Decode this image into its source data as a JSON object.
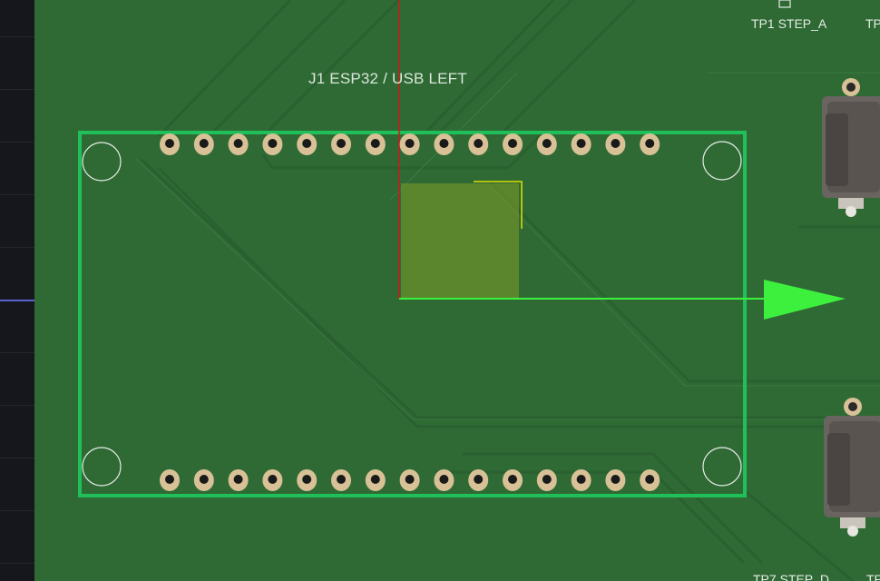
{
  "component": {
    "label": "J1 ESP32 / USB LEFT",
    "pins_per_row": 15
  },
  "test_points": [
    {
      "label": "TP1 STEP_A"
    },
    {
      "label": "TP"
    },
    {
      "label": "TP7 STEP_D"
    },
    {
      "label": "TP"
    }
  ],
  "colors": {
    "board": "#2f6a35",
    "outline": "#1fbf5a",
    "pad": "#d8c197",
    "selection": "#7a9a2a",
    "x_axis": "#3df03d",
    "y_axis": "#d01818"
  }
}
